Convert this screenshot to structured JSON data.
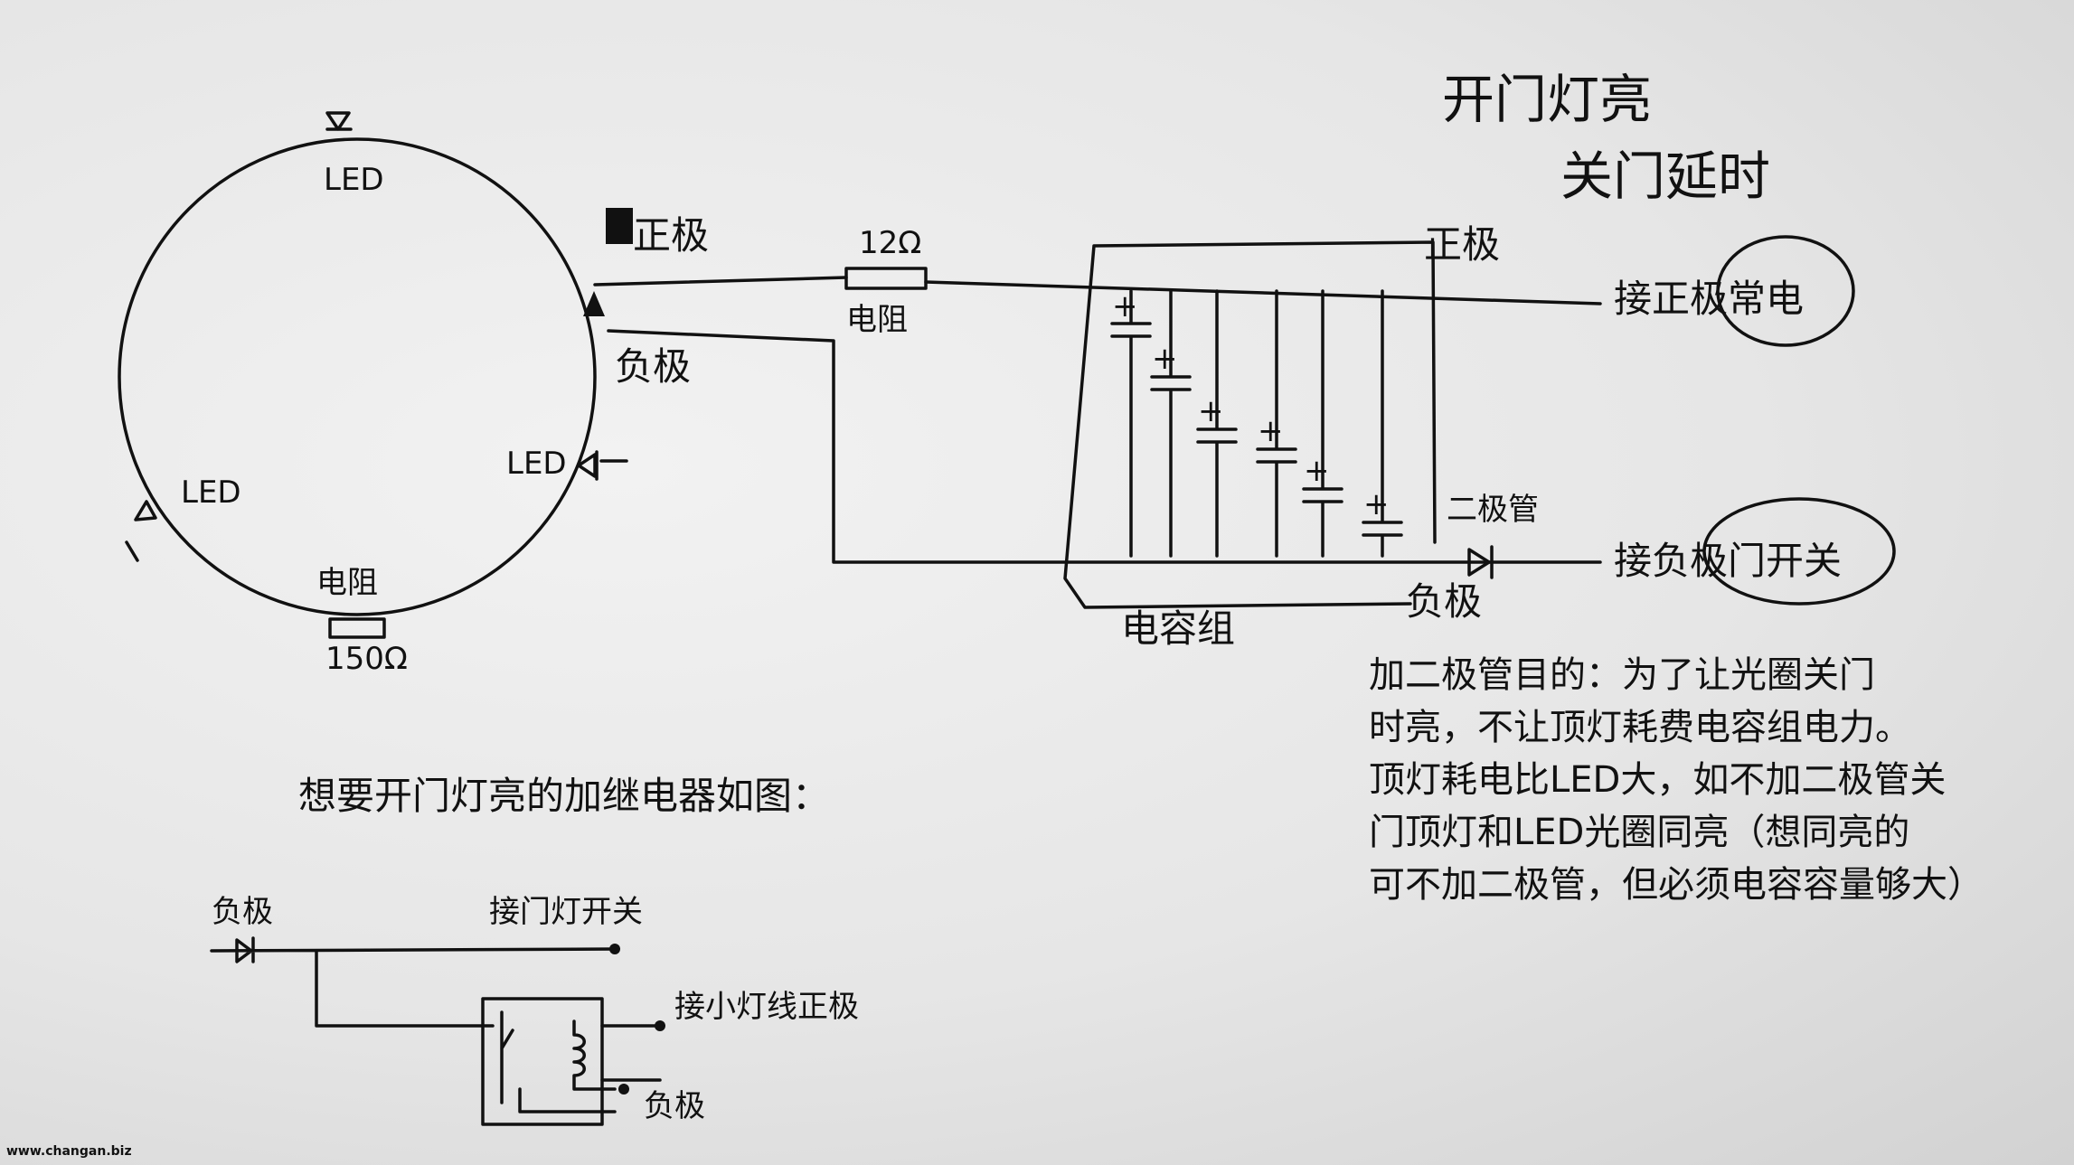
{
  "title": {
    "line1": "开门灯亮",
    "line2": "关门延时"
  },
  "ring": {
    "led_top": "LED",
    "led_right": "LED",
    "led_left": "LED",
    "resistor_label": "电阻",
    "resistor_value": "150Ω",
    "positive": "正极",
    "negative": "负极"
  },
  "main_circuit": {
    "resistor_value": "12Ω",
    "resistor_label": "电阻",
    "capacitor_group": "电容组",
    "cap_positive": "正极",
    "cap_negative": "负极",
    "diode": "二极管",
    "plus": "+",
    "to_positive": "接正极常电",
    "to_negative": "接负极门开关"
  },
  "explanation": [
    "加二极管目的：为了让光圈关门",
    "时亮，不让顶灯耗费电容组电力。",
    "顶灯耗电比LED大，如不加二极管关",
    "门顶灯和LED光圈同亮（想同亮的",
    "可不加二极管，但必须电容容量够大）"
  ],
  "relay": {
    "caption": "想要开门灯亮的加继电器如图：",
    "negative_in": "负极",
    "door_switch": "接门灯开关",
    "small_light": "接小灯线正极",
    "negative_out": "负极"
  },
  "watermark": "www.changan.biz"
}
